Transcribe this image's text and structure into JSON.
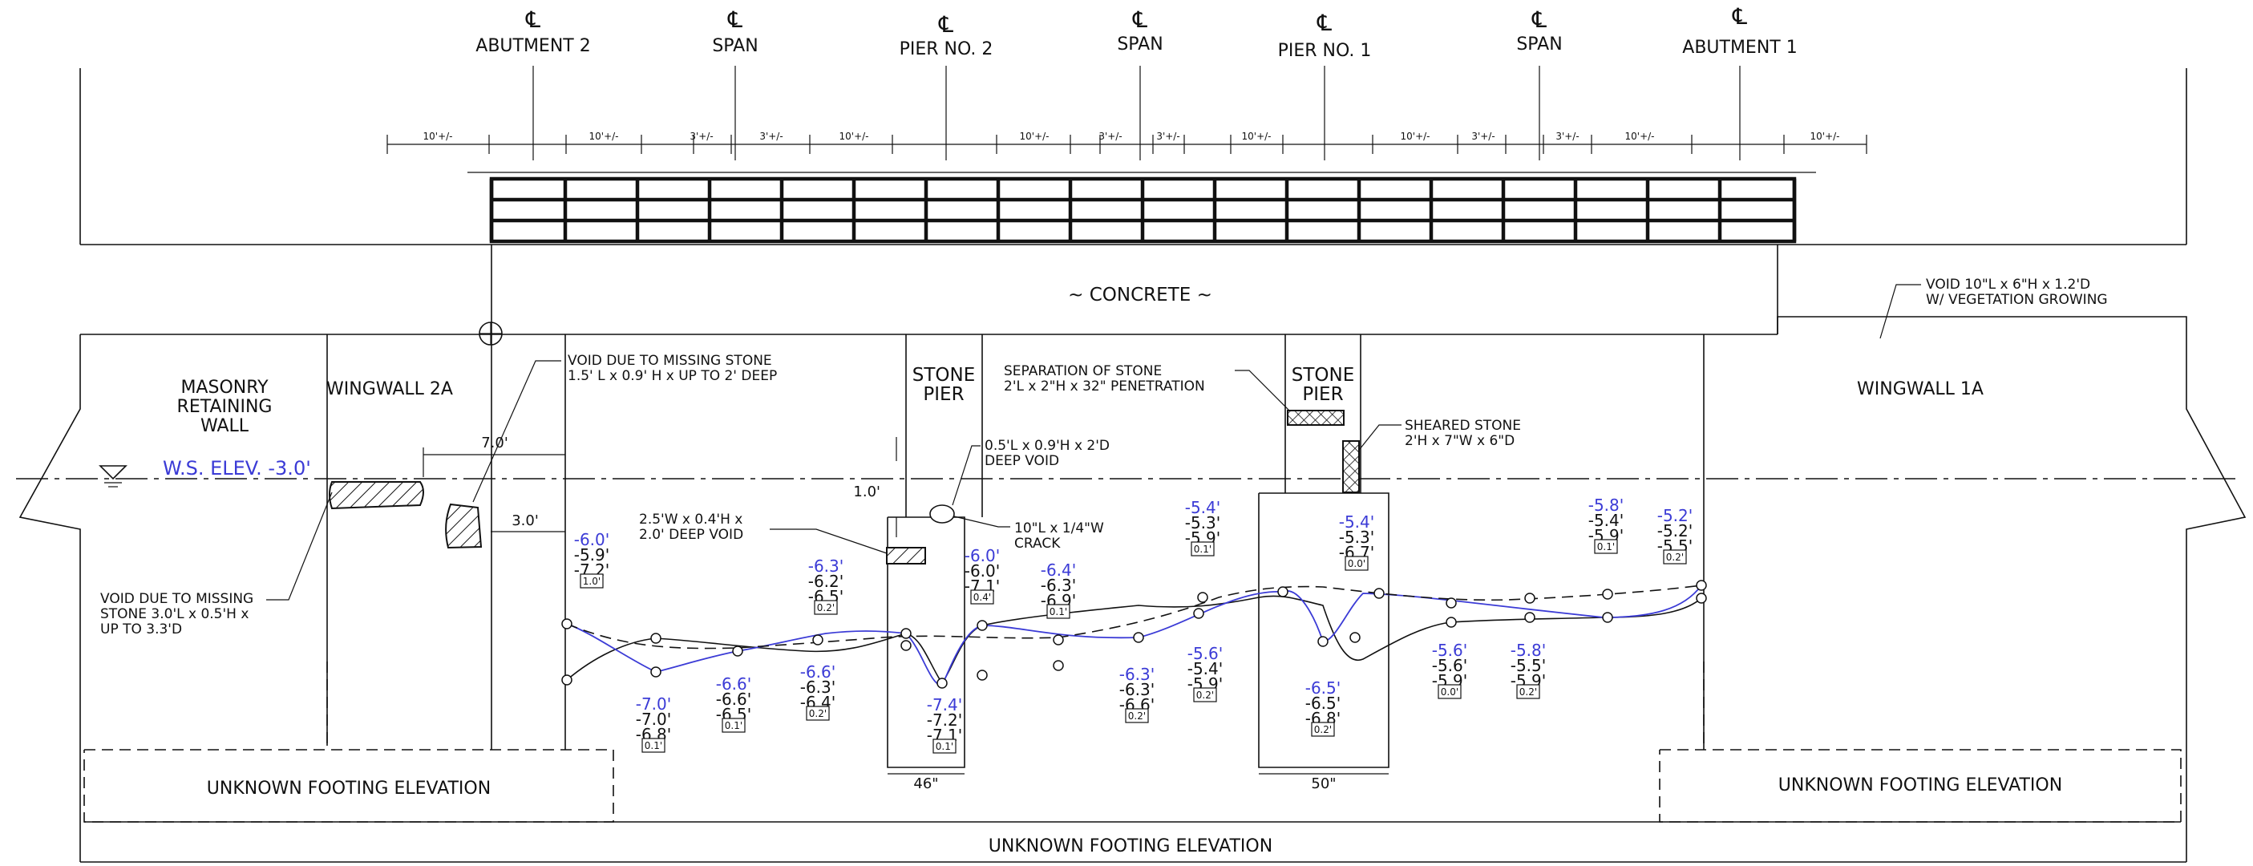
{
  "centerlines": [
    {
      "symbol": "℄",
      "label": "ABUTMENT 2"
    },
    {
      "symbol": "℄",
      "label": "SPAN"
    },
    {
      "symbol": "℄",
      "label": "PIER NO. 2"
    },
    {
      "symbol": "℄",
      "label": "SPAN"
    },
    {
      "symbol": "℄",
      "label": "PIER NO. 1"
    },
    {
      "symbol": "℄",
      "label": "SPAN"
    },
    {
      "symbol": "℄",
      "label": "ABUTMENT 1"
    }
  ],
  "spacing_labels": {
    "ten": "10'+/-",
    "three": "3'+/-"
  },
  "regions": {
    "concrete": "~ CONCRETE ~",
    "masonry_wall": [
      "MASONRY",
      "RETAINING",
      "WALL"
    ],
    "wingwall_2a": "WINGWALL 2A",
    "wingwall_1a": "WINGWALL 1A",
    "stone_pier_left": [
      "STONE",
      "PIER"
    ],
    "stone_pier_right": [
      "STONE",
      "PIER"
    ]
  },
  "water_surface": "W.S. ELEV. -3.0'",
  "footing": {
    "left": "UNKNOWN FOOTING ELEVATION",
    "center": "UNKNOWN FOOTING ELEVATION",
    "right": "UNKNOWN FOOTING ELEVATION"
  },
  "dimensions": {
    "d7": "7.0'",
    "d3": "3.0'",
    "d1": "1.0'",
    "w46": "46\"",
    "w50": "50\""
  },
  "notes": {
    "void_missing_stone_top": [
      "VOID DUE TO MISSING STONE",
      "1.5' L x 0.9' H x UP TO 2' DEEP"
    ],
    "void_missing_stone_left": [
      "VOID DUE TO MISSING",
      "STONE 3.0'L x 0.5'H x",
      "UP TO 3.3'D"
    ],
    "void_2_5w": [
      "2.5'W x 0.4'H x",
      "2.0' DEEP VOID"
    ],
    "void_0_5l": [
      "0.5'L x 0.9'H x 2'D",
      "DEEP VOID"
    ],
    "crack": [
      "10\"L x 1/4\"W",
      "CRACK"
    ],
    "separation": [
      "SEPARATION OF STONE",
      "2'L x 2\"H x 32\" PENETRATION"
    ],
    "sheared": [
      "SHEARED STONE",
      "2'H x 7\"W x 6\"D"
    ],
    "void_vegetation": [
      "VOID 10\"L x 6\"H x 1.2'D",
      "W/ VEGETATION GROWING"
    ]
  },
  "soundings": [
    {
      "v": [
        "-6.0'",
        "-5.9'",
        "-7.2'"
      ],
      "box": "1.0'"
    },
    {
      "v": [
        "-7.0'",
        "-7.0'",
        "-6.8'"
      ],
      "box": "0.1'"
    },
    {
      "v": [
        "-6.6'",
        "-6.6'",
        "-6.5'"
      ],
      "box": "0.1'"
    },
    {
      "v": [
        "-6.3'",
        "-6.2'",
        "-6.5'"
      ],
      "box": "0.2'"
    },
    {
      "v": [
        "-6.6'",
        "-6.3'",
        "-6.4'"
      ],
      "box": "0.2'"
    },
    {
      "v": [
        "-6.0'",
        "-6.0'",
        "-7.1'"
      ],
      "box": "0.4'"
    },
    {
      "v": [
        "-7.4'",
        "-7.2'",
        "-7.1'"
      ],
      "box": "0.1'"
    },
    {
      "v": [
        "-6.4'",
        "-6.3'",
        "-6.9'"
      ],
      "box": "0.1'"
    },
    {
      "v": [
        "-6.3'",
        "-6.3'",
        "-6.6'"
      ],
      "box": "0.2'"
    },
    {
      "v": [
        "-5.6'",
        "-5.4'",
        "-5.9'"
      ],
      "box": "0.2'"
    },
    {
      "v": [
        "-5.4'",
        "-5.3'",
        "-5.9'"
      ],
      "box": "0.1'"
    },
    {
      "v": [
        "-5.4'",
        "-5.3'",
        "-6.7'"
      ],
      "box": "0.0'"
    },
    {
      "v": [
        "-6.5'",
        "-6.5'",
        "-6.8'"
      ],
      "box": "0.2'"
    },
    {
      "v": [
        "-5.6'",
        "-5.6'",
        "-5.9'"
      ],
      "box": "0.0'"
    },
    {
      "v": [
        "-5.8'",
        "-5.5'",
        "-5.9'"
      ],
      "box": "0.2'"
    },
    {
      "v": [
        "-5.8'",
        "-5.4'",
        "-5.9'"
      ],
      "box": "0.1'"
    },
    {
      "v": [
        "-5.2'",
        "-5.2'",
        "-5.5'"
      ],
      "box": "0.2'"
    }
  ]
}
